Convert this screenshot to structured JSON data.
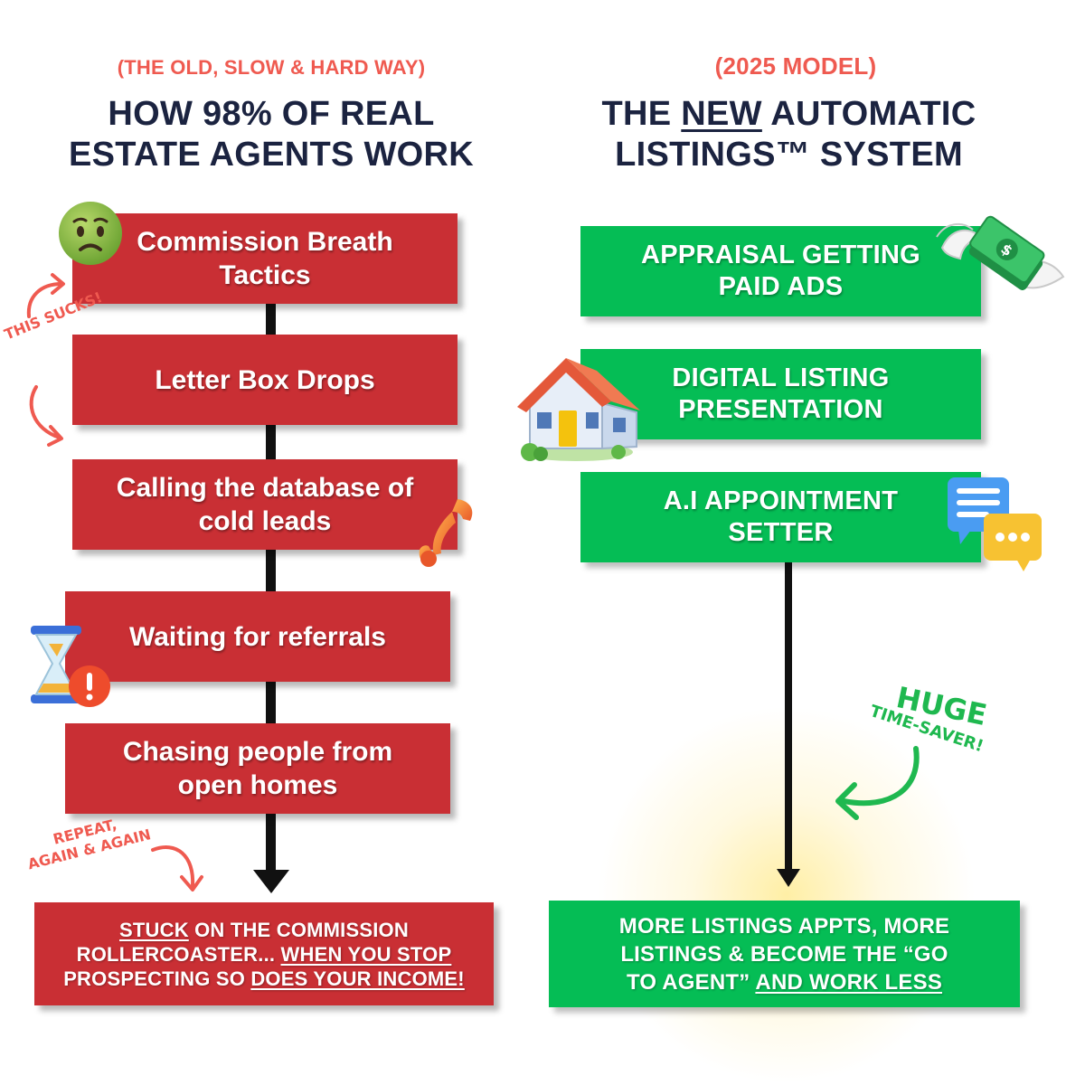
{
  "left": {
    "subtitle": "(THE OLD, SLOW & HARD WAY)",
    "title_line1": "HOW 98% OF REAL",
    "title_line2": "ESTATE AGENTS WORK",
    "steps": [
      {
        "line1": "Commission Breath",
        "line2": "Tactics"
      },
      {
        "line1": "Letter Box Drops"
      },
      {
        "line1": "Calling the database of",
        "line2": "cold leads"
      },
      {
        "line1": "Waiting for referrals"
      },
      {
        "line1": "Chasing people from",
        "line2": "open homes"
      }
    ],
    "note_sucks": "THIS SUCKS!",
    "note_repeat_line1": "REPEAT,",
    "note_repeat_line2": "AGAIN & AGAIN",
    "final": {
      "l1_u": "STUCK",
      "l1_rest": " ON THE COMMISSION",
      "l2_pre": "ROLLERCOASTER... ",
      "l2_u": "WHEN YOU STOP",
      "l3_pre": "PROSPECTING SO ",
      "l3_u": "DOES YOUR INCOME!"
    }
  },
  "right": {
    "subtitle": "(2025 MODEL)",
    "title_pre": "THE ",
    "title_underlined": "NEW",
    "title_post": " AUTOMATIC",
    "title_line2": "LISTINGS™ SYSTEM",
    "steps": [
      {
        "line1": "APPRAISAL GETTING",
        "line2": "PAID ADS"
      },
      {
        "line1": "DIGITAL LISTING",
        "line2": "PRESENTATION"
      },
      {
        "line1": "A.I APPOINTMENT",
        "line2": "SETTER"
      }
    ],
    "note_huge": "HUGE",
    "note_timesaver": "TIME-SAVER!",
    "final": {
      "l1": "MORE LISTINGS APPTS, MORE",
      "l2": "LISTINGS & BECOME THE “GO",
      "l3_pre": "TO AGENT” ",
      "l3_u": "AND WORK LESS"
    }
  },
  "icons": [
    "sick-face-icon",
    "telephone-icon",
    "hourglass-icon",
    "warning-icon",
    "money-wings-icon",
    "house-icon",
    "chat-bubbles-icon"
  ],
  "colors": {
    "red_box": "#c92f34",
    "green_box": "#05bd55",
    "accent_coral": "#ef5a50",
    "navy": "#1b2340",
    "hand_green": "#1fb84f"
  }
}
